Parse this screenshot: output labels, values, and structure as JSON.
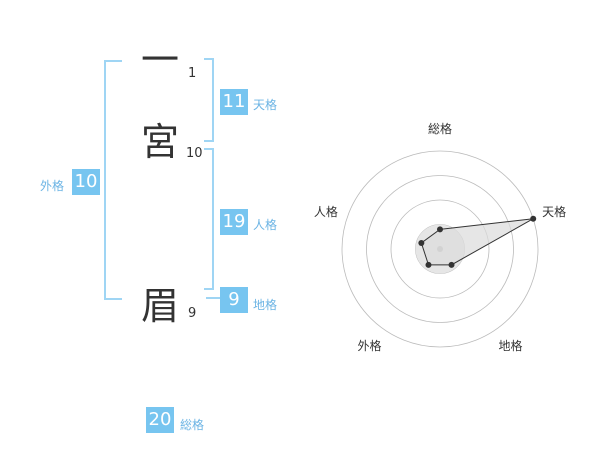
{
  "name": {
    "characters": [
      {
        "char": "一",
        "strokes": "1"
      },
      {
        "char": "宮",
        "strokes": "10"
      },
      {
        "char": "眉",
        "strokes": "9"
      }
    ]
  },
  "kaku": {
    "tenkaku": {
      "label": "天格",
      "value": "11"
    },
    "jinkaku": {
      "label": "人格",
      "value": "19"
    },
    "chikaku": {
      "label": "地格",
      "value": "9"
    },
    "gaikaku": {
      "label": "外格",
      "value": "10"
    },
    "soukaku": {
      "label": "総格",
      "value": "20"
    }
  },
  "chart_data": {
    "type": "radar",
    "axes": [
      "総格",
      "天格",
      "地格",
      "外格",
      "人格"
    ],
    "values": [
      0.2,
      1.0,
      0.2,
      0.2,
      0.2
    ],
    "rings": 4,
    "max": 1.0,
    "colors": {
      "fill": "#dcdcdc",
      "stroke": "#333333",
      "ring": "#bbbbbb",
      "point": "#333333"
    }
  }
}
